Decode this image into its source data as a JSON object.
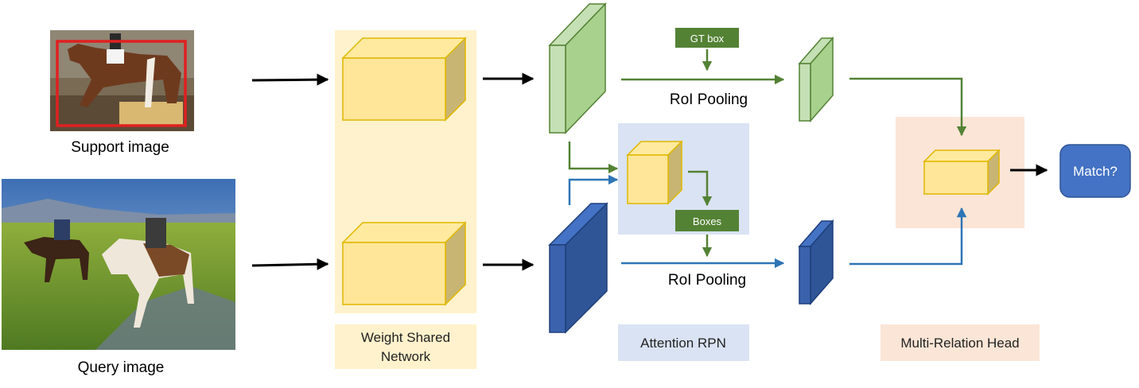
{
  "inputs": {
    "support_label": "Support image",
    "query_label": "Query image"
  },
  "backbone": {
    "label_line1": "Weight Shared",
    "label_line2": "Network"
  },
  "support_branch": {
    "gt_box_label": "GT box",
    "roi_label": "RoI Pooling"
  },
  "attention_rpn": {
    "boxes_label": "Boxes",
    "label": "Attention RPN"
  },
  "query_branch": {
    "roi_label": "RoI Pooling"
  },
  "head": {
    "label": "Multi-Relation Head",
    "output_label": "Match?"
  },
  "colors": {
    "green": "#548235",
    "blue": "#2e75b6",
    "dark_blue": "#2f5597",
    "light_green": "#a9d18e",
    "yellow": "#ffe699",
    "yellow_bg": "#fff2cc",
    "blue_bg": "#dae3f3",
    "peach_bg": "#fbe5d6"
  }
}
